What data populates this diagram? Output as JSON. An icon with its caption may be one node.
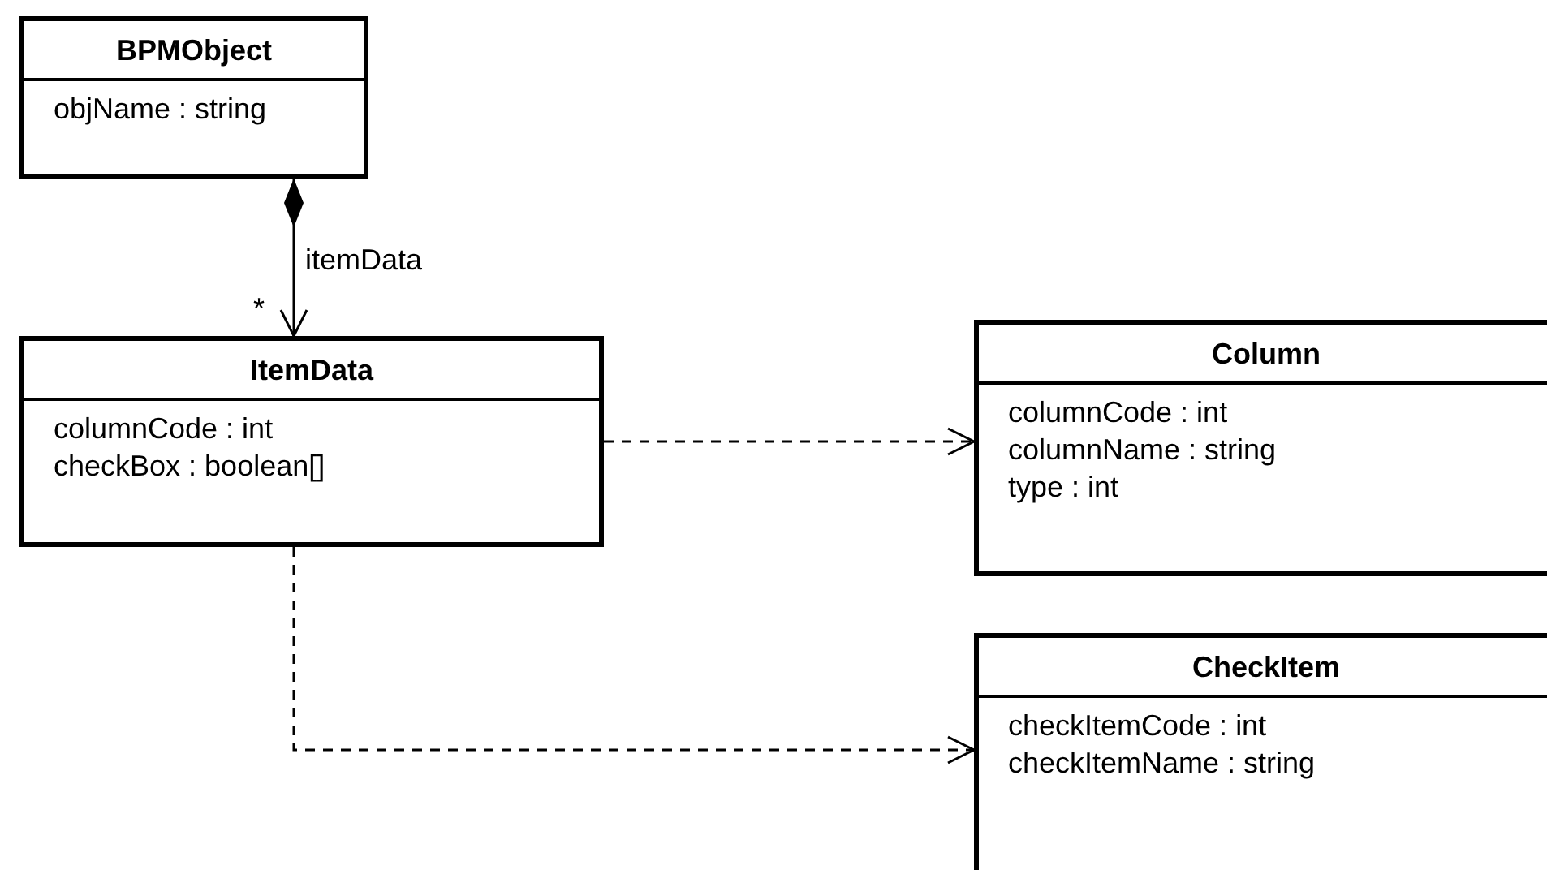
{
  "diagram": {
    "nodes": [
      {
        "text": [
          "BPMObject",
          "objName : string"
        ]
      },
      {
        "text": [
          "ItemData",
          "columnCode : int",
          "checkBox : boolean[]"
        ]
      },
      {
        "text": [
          "Column",
          "columnCode : int",
          "columnName : string",
          "type : int"
        ]
      },
      {
        "text": [
          "CheckItem",
          "checkItemCode : int",
          "checkItemName : string"
        ]
      }
    ],
    "edges": [
      {
        "from": 0,
        "to": 1,
        "arrow": "to",
        "label": "itemData"
      },
      {
        "from": 1,
        "to": 2,
        "arrow": "to",
        "style": "dashed"
      },
      {
        "from": 1,
        "to": 3,
        "arrow": "to",
        "style": "dashed"
      }
    ],
    "labels": [
      "*"
    ]
  }
}
